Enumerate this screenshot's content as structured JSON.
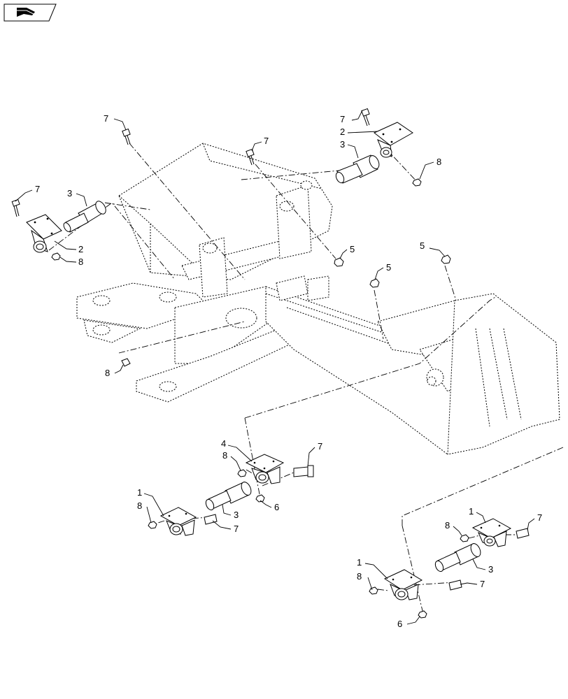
{
  "icon": "exploded-view-book-icon",
  "callouts": {
    "c1": "7",
    "c2": "7",
    "c3": "7",
    "c4": "2",
    "c5": "3",
    "c6": "8",
    "c7": "7",
    "c8": "3",
    "c9": "2",
    "c10": "8",
    "c11": "5",
    "c12": "5",
    "c13": "5",
    "c14": "8",
    "c15": "4",
    "c16": "8",
    "c17": "7",
    "c18": "6",
    "c19": "1",
    "c20": "8",
    "c21": "3",
    "c22": "7",
    "c23": "1",
    "c24": "8",
    "c25": "7",
    "c26": "3",
    "c27": "1",
    "c28": "8",
    "c29": "7",
    "c30": "6"
  }
}
